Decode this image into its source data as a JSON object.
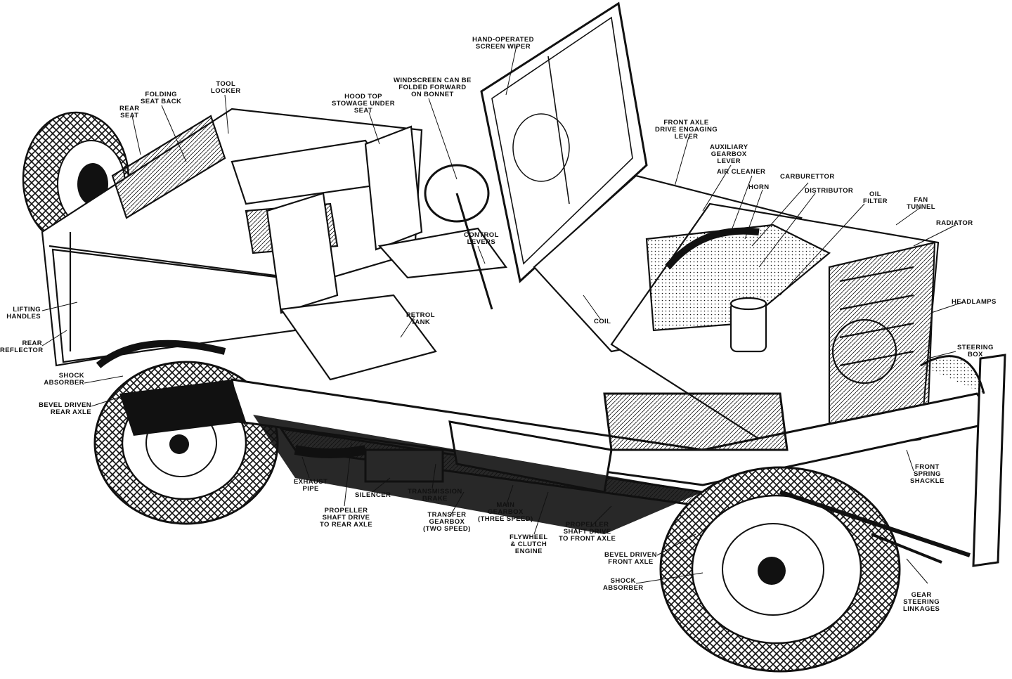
{
  "diagram": {
    "colors": {
      "ink": "#111111",
      "paper": "#ffffff"
    },
    "labels": {
      "handoperated_screen_wiper": "HAND-OPERATED\nSCREEN WIPER",
      "windscreen_folded_forward": "WINDSCREEN CAN BE\nFOLDED FORWARD\nON BONNET",
      "tool_locker": "TOOL\nLOCKER",
      "folding_seat": "FOLDING\nSEAT BACK",
      "rear_seat": "REAR\nSEAT",
      "hood_top_stowage": "HOOD TOP\nSTOWAGE UNDER\nSEAT",
      "front_axle_drive": "FRONT AXLE\nDRIVE ENGAGING\nLEVER",
      "auxiliary_gearbox_lever": "AUXILIARY\nGEARBOX\nLEVER",
      "air_cleaner": "AIR CLEANER",
      "horn": "HORN",
      "carburettor": "CARBURETTOR",
      "distributor": "DISTRIBUTOR",
      "oil_filter": "OIL\nFILTER",
      "fan_tunnel": "FAN\nTUNNEL",
      "radiator": "RADIATOR",
      "headlamps": "HEADLAMPS",
      "steering_box": "STEERING\nBOX",
      "lifting_handles": "LIFTING\nHANDLES",
      "rear_reflector": "REAR\nREFLECTOR",
      "shock_absorber_rear": "SHOCK\nABSORBER",
      "bevel_drive_rear": "BEVEL DRIVEN\nREAR AXLE",
      "petrol_tank": "PETROL\nTANK",
      "control_levers": "CONTROL\nLEVERS",
      "coil": "COIL",
      "exhaust_pipe": "EXHAUST\nPIPE",
      "propeller_shaft_rear": "PROPELLER\nSHAFT DRIVE\nTO REAR AXLE",
      "silencer": "SILENCER",
      "transmission_brake": "TRANSMISSION\nBRAKE",
      "transfer_gearbox": "TRANSFER\nGEARBOX\n(TWO SPEED)",
      "main_gearbox": "MAIN\nGEARBOX\n(THREE SPEED)",
      "flywheel_engine": "FLYWHEEL\n& CLUTCH\nENGINE",
      "propeller_shaft_front": "PROPELLER\nSHAFT DRIVE\nTO FRONT AXLE",
      "bevel_drive_front": "BEVEL DRIVEN\nFRONT AXLE",
      "shock_absorber_front": "SHOCK\nABSORBER",
      "front_spring": "FRONT\nSPRING\nSHACKLE",
      "gear_steering": "GEAR\nSTEERING\nLINKAGES"
    }
  }
}
